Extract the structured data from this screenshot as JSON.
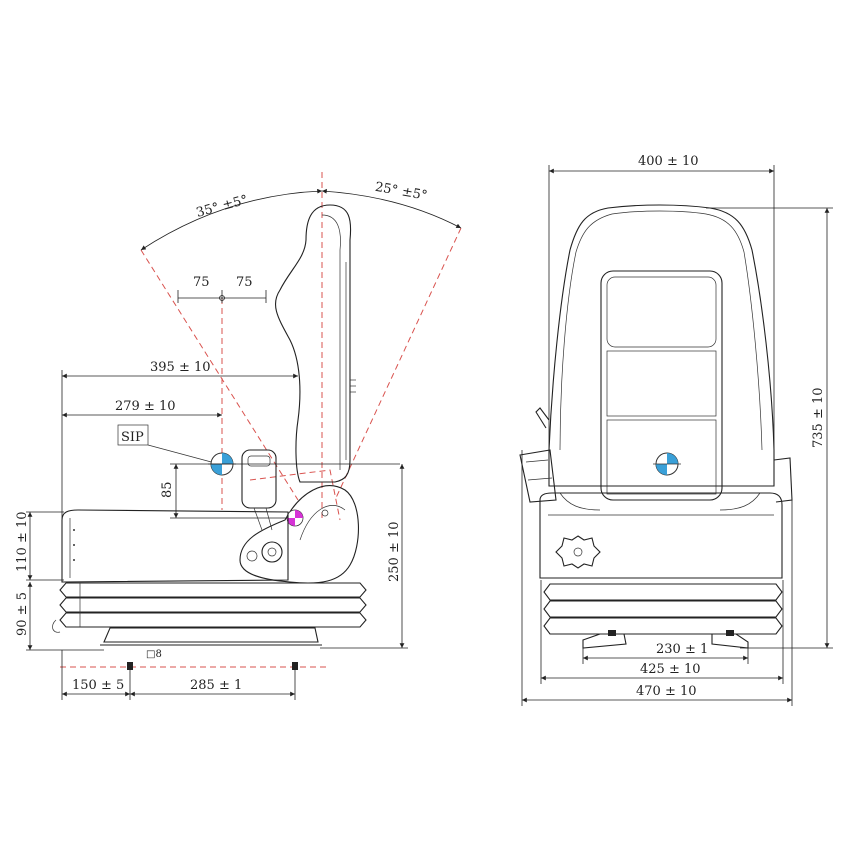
{
  "side_view": {
    "angle_rear": "35°  ±5°",
    "angle_front": "25°  ±5°",
    "offset_left": "75",
    "offset_right": "75",
    "depth_total": "395 ± 10",
    "depth_sip": "279 ± 10",
    "sip_label": "SIP",
    "sip_height": "85",
    "cushion_height": "110 ± 10",
    "base_height": "90 ± 5",
    "seat_height": "250 ± 10",
    "front_offset": "150 ± 5",
    "mount_spacing": "285 ± 1",
    "bolt_note": "□8"
  },
  "front_view": {
    "back_width": "400 ± 10",
    "total_height": "735 ± 10",
    "mount_width": "230 ± 1",
    "base_width": "425 ± 10",
    "total_width": "470 ± 10"
  },
  "colors": {
    "sip_marker": "#3aa0d8",
    "hip_marker": "#d633d6",
    "construction_lines": "#d9534f"
  }
}
